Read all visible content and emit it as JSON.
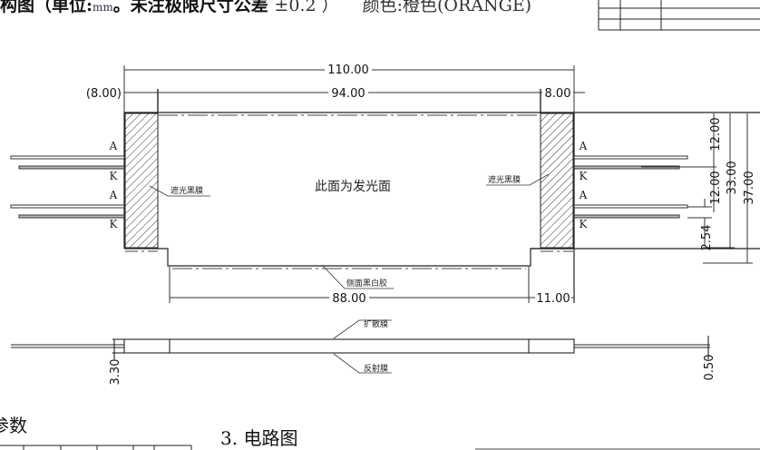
{
  "header": {
    "title_prefix": "构图（单位:",
    "title_unit": "mm",
    "title_suffix": "。未注极限尺寸公差 ",
    "tolerance": "±0.2 ）",
    "color_label": "颜色:橙色(ORANGE)"
  },
  "top_view": {
    "dimensions": {
      "overall_length": "110.00",
      "inner_length": "94.00",
      "left_margin": "(8.00)",
      "right_margin": "8.00",
      "bottom_length": "88.00",
      "bottom_right": "11.00",
      "pin_spacing_1": "12.00",
      "pin_spacing_2": "12.00",
      "height_inner": "33.00",
      "height_overall": "37.00",
      "pin_pitch": "2.54"
    },
    "pin_labels_left": [
      "A",
      "K",
      "A",
      "K"
    ],
    "pin_labels_right": [
      "A",
      "K",
      "A",
      "K"
    ],
    "center_text": "此面为发光面",
    "left_mask_label": "遮光黑膜",
    "right_mask_label": "遮光黑膜",
    "side_glue_label": "侧面黑白胶"
  },
  "side_view": {
    "thickness": "3.30",
    "pin_thickness": "0.50",
    "diffuser_label": "扩散膜",
    "reflector_label": "反射膜"
  },
  "footer": {
    "params_heading": "参数",
    "circuit_heading": "3. 电路图"
  }
}
